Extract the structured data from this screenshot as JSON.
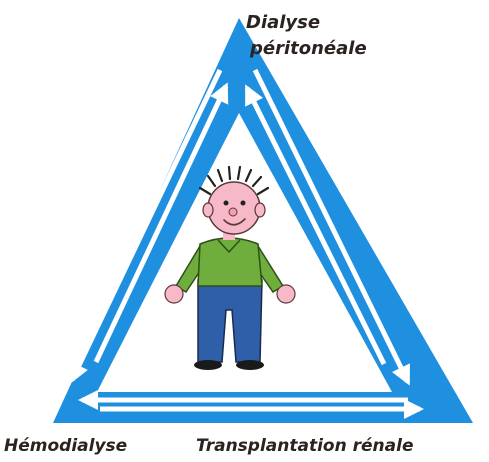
{
  "labels": {
    "top_line1": "Dialyse",
    "top_line2": "péritonéale",
    "left": "Hémodialyse",
    "right": "Transplantation rénale"
  },
  "colors": {
    "frame_blue": "#1f8fe0",
    "arrow_white": "#ffffff",
    "skin": "#f7b8c7",
    "hair": "#222222",
    "shirt": "#6fae3d",
    "pants": "#2e5fa8",
    "shoes": "#1a1a1a"
  },
  "icons": {
    "figure": "smiling-person-figure"
  }
}
